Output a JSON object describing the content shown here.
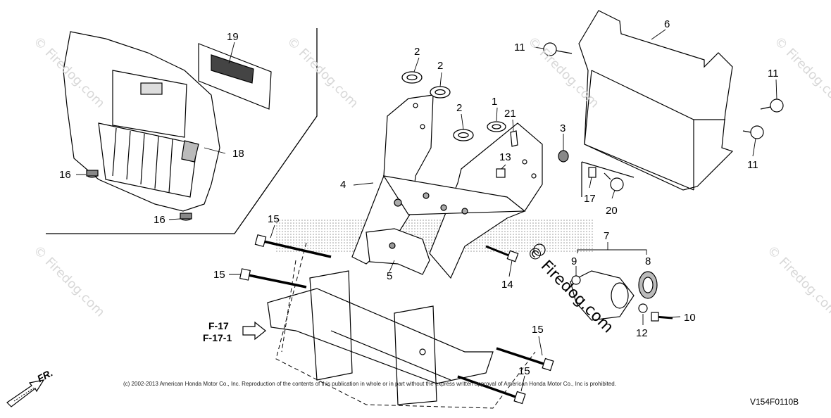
{
  "parts": {
    "p1": "1",
    "p2a": "2",
    "p2b": "2",
    "p2c": "2",
    "p3": "3",
    "p4": "4",
    "p5": "5",
    "p6": "6",
    "p7": "7",
    "p8": "8",
    "p9": "9",
    "p10": "10",
    "p11a": "11",
    "p11b": "11",
    "p11c": "11",
    "p12": "12",
    "p13": "13",
    "p14": "14",
    "p15a": "15",
    "p15b": "15",
    "p15c": "15",
    "p15d": "15",
    "p16a": "16",
    "p16b": "16",
    "p17": "17",
    "p18": "18",
    "p19": "19",
    "p20": "20",
    "p21": "21"
  },
  "refs": {
    "ref1": "F-17",
    "ref2": "F-17-1"
  },
  "direction_label": "FR.",
  "copyright": "(c) 2002-2013 American Honda Motor Co., Inc. Reproduction of the contents of this publication in whole or in part without the express written approval of American Honda Motor Co., Inc is prohibited.",
  "diagram_code": "V154F0110B",
  "watermark": "© Firedog.com",
  "watermark_center": "© Firedog.com"
}
